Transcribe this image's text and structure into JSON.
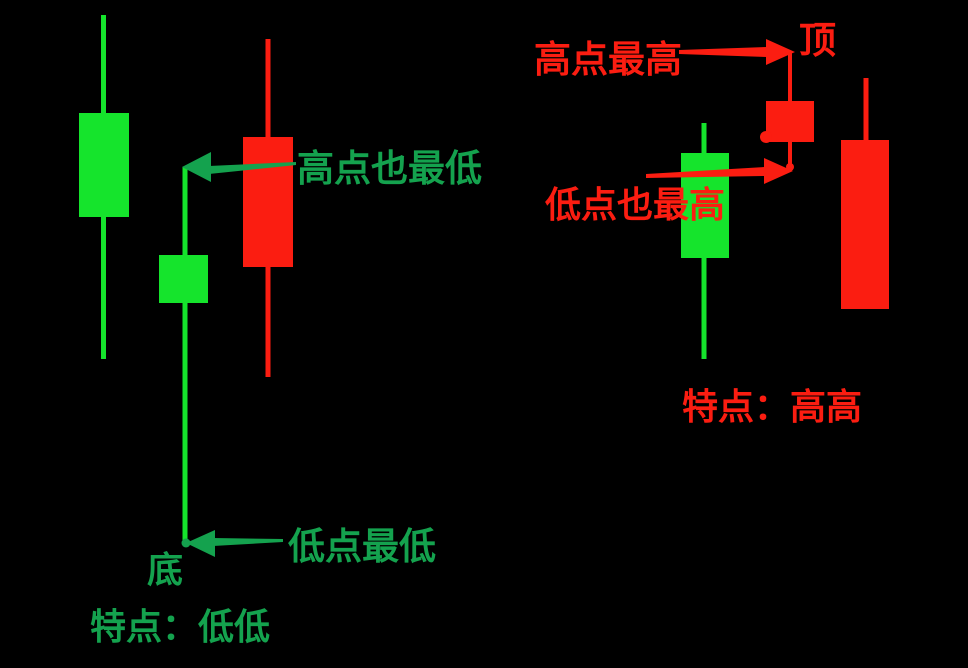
{
  "colors": {
    "background": "#000000",
    "candle_green": "#15e42c",
    "annotation_green": "#14a24e",
    "candle_red": "#fb1d11",
    "annotation_red": "#fb1d11"
  },
  "left_pattern": {
    "high_label": "高点也最低",
    "low_label": "低点最低",
    "point_label": "底",
    "feature_label": "特点：低低"
  },
  "right_pattern": {
    "high_label": "高点最高",
    "point_label": "顶",
    "low_label": "低点也最高",
    "feature_label": "特点：高高"
  },
  "candles": {
    "left_group": [
      {
        "color": "green",
        "body": "large",
        "upper_wick": "long",
        "lower_wick": "long"
      },
      {
        "color": "green",
        "body": "small",
        "upper_wick": "medium",
        "lower_wick": "very long, lowest low of group"
      },
      {
        "color": "red",
        "body": "large",
        "upper_wick": "long",
        "lower_wick": "long"
      }
    ],
    "right_group": [
      {
        "color": "green",
        "body": "large",
        "upper_wick": "short",
        "lower_wick": "long"
      },
      {
        "color": "red",
        "body": "small",
        "upper_wick": "medium, highest high of group",
        "lower_wick": "short"
      },
      {
        "color": "red",
        "body": "large",
        "upper_wick": "medium",
        "lower_wick": "none"
      }
    ]
  }
}
